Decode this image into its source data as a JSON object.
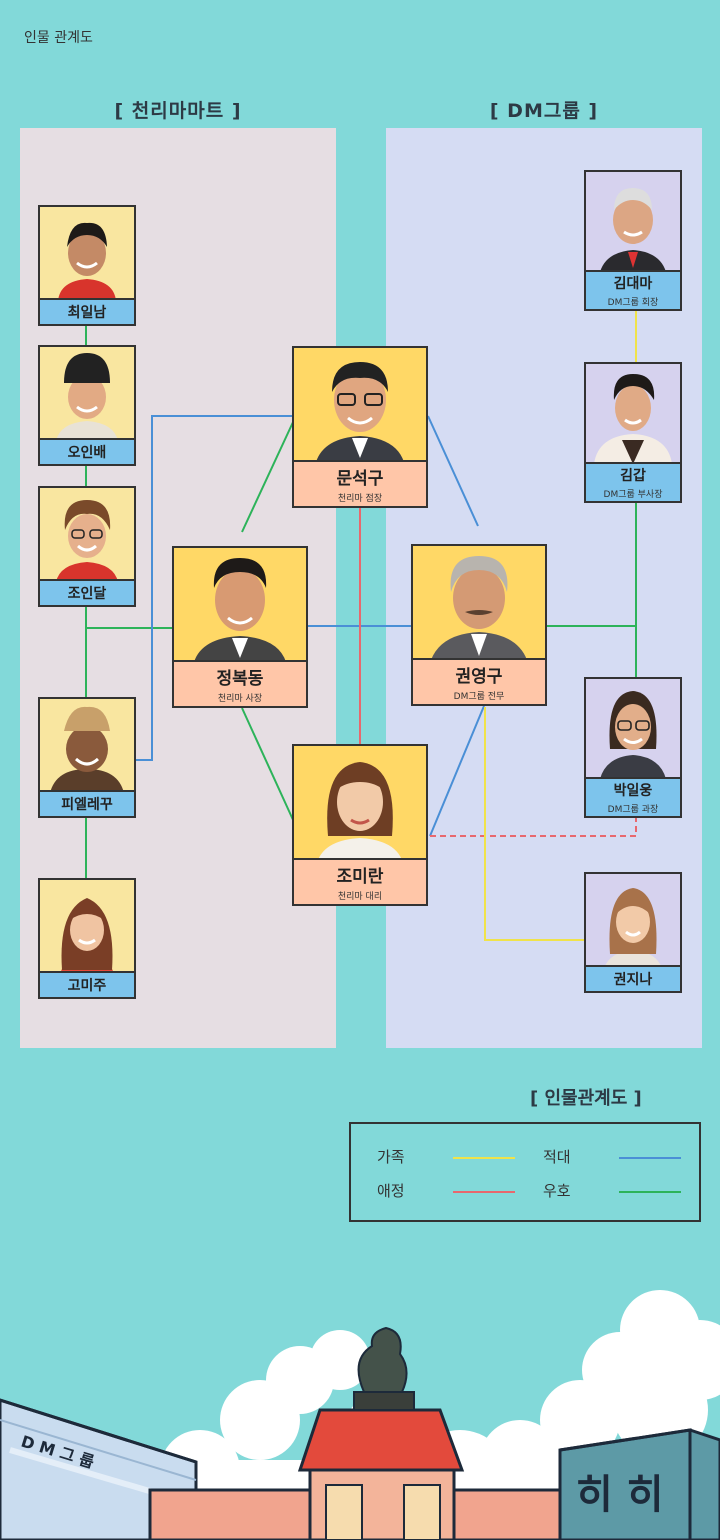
{
  "page_title": "인물 관계도",
  "groups": {
    "left": "[ 천리마마트 ]",
    "right": "[ DM그룹 ]"
  },
  "colors": {
    "family": "#f0e34a",
    "enemy": "#4a8fd6",
    "love": "#e8686e",
    "friend": "#2db35a"
  },
  "characters": {
    "choi": {
      "name": "최일남",
      "role": ""
    },
    "oh": {
      "name": "오인배",
      "role": ""
    },
    "jo_indal": {
      "name": "조인달",
      "role": ""
    },
    "pierre": {
      "name": "피엘레꾸",
      "role": ""
    },
    "go": {
      "name": "고미주",
      "role": ""
    },
    "moon": {
      "name": "문석구",
      "role": "천리마 점장"
    },
    "jung": {
      "name": "정복동",
      "role": "천리마 사장"
    },
    "jo_miran": {
      "name": "조미란",
      "role": "천리마 대리"
    },
    "kwon": {
      "name": "권영구",
      "role": "DM그룹 전무"
    },
    "kim_daema": {
      "name": "김대마",
      "role": "DM그룹 회장"
    },
    "kim_gap": {
      "name": "김갑",
      "role": "DM그룹 부사장"
    },
    "park": {
      "name": "박일웅",
      "role": "DM그룹 과장"
    },
    "kwon_jina": {
      "name": "권지나",
      "role": ""
    }
  },
  "legend": {
    "title": "[ 인물관계도 ]",
    "items": [
      {
        "label": "가족",
        "color": "#f0e34a"
      },
      {
        "label": "적대",
        "color": "#4a8fd6"
      },
      {
        "label": "애정",
        "color": "#e8686e"
      },
      {
        "label": "우호",
        "color": "#2db35a"
      }
    ]
  },
  "scene": {
    "building_sign": "D M 그 룹",
    "tower_sign": "히 히"
  }
}
